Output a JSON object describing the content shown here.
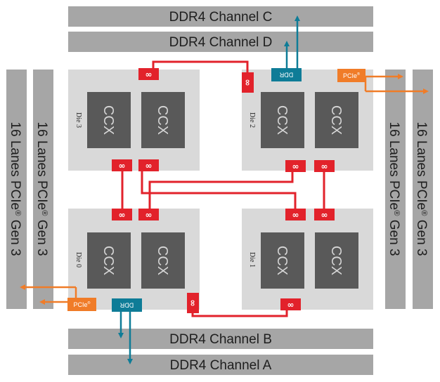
{
  "channels": {
    "c": "DDR4 Channel C",
    "d": "DDR4 Channel D",
    "b": "DDR4 Channel B",
    "a": "DDR4 Channel A"
  },
  "pcie_lanes": {
    "text": "16 Lanes PCIe",
    "sup": "®",
    "gen": " Gen 3"
  },
  "dies": [
    {
      "label": "Die 3",
      "ccx": [
        "CCX",
        "CCX"
      ]
    },
    {
      "label": "Die 2",
      "ccx": [
        "CCX",
        "CCX"
      ]
    },
    {
      "label": "Die 0",
      "ccx": [
        "CCX",
        "CCX"
      ]
    },
    {
      "label": "Die 1",
      "ccx": [
        "CCX",
        "CCX"
      ]
    }
  ],
  "infinity_symbol": "∞",
  "tags": {
    "ddr": "DDR",
    "pcie": "PCIe",
    "pcie_sup": "®"
  },
  "colors": {
    "bar": "#a6a6a6",
    "die": "#d9d9d9",
    "ccx": "#595959",
    "fabric": "#e2222b",
    "ddr": "#0e7c97",
    "pcie": "#f07c28"
  }
}
